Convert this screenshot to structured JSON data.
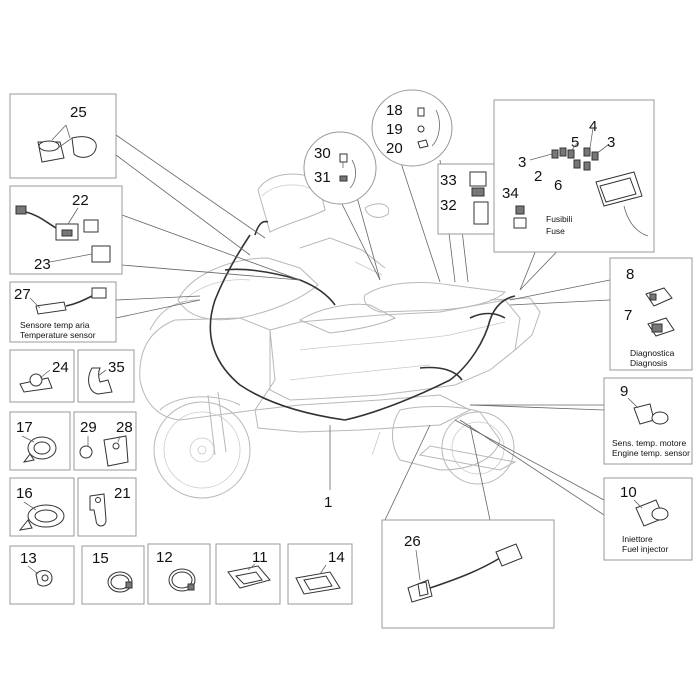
{
  "callouts": {
    "c1": "1",
    "c2": "2",
    "c3a": "3",
    "c3b": "3",
    "c4": "4",
    "c5": "5",
    "c6": "6",
    "c7": "7",
    "c8": "8",
    "c9": "9",
    "c10": "10",
    "c11": "11",
    "c12": "12",
    "c13": "13",
    "c14": "14",
    "c15": "15",
    "c16": "16",
    "c17": "17",
    "c18": "18",
    "c19": "19",
    "c20": "20",
    "c21": "21",
    "c22": "22",
    "c23": "23",
    "c24": "24",
    "c25": "25",
    "c26": "26",
    "c27": "27",
    "c28": "28",
    "c29": "29",
    "c30": "30",
    "c31": "31",
    "c32": "32",
    "c33": "33",
    "c34": "34",
    "c35": "35"
  },
  "captions": {
    "air_temp_it": "Sensore temp aria",
    "air_temp_en": "Temperature sensor",
    "fuse_it": "Fusibili",
    "fuse_en": "Fuse",
    "diag_it": "Diagnostica",
    "diag_en": "Diagnosis",
    "engine_temp_it": "Sens. temp. motore",
    "engine_temp_en": "Engine temp. sensor",
    "injector_it": "Iniettore",
    "injector_en": "Fuel injector"
  }
}
